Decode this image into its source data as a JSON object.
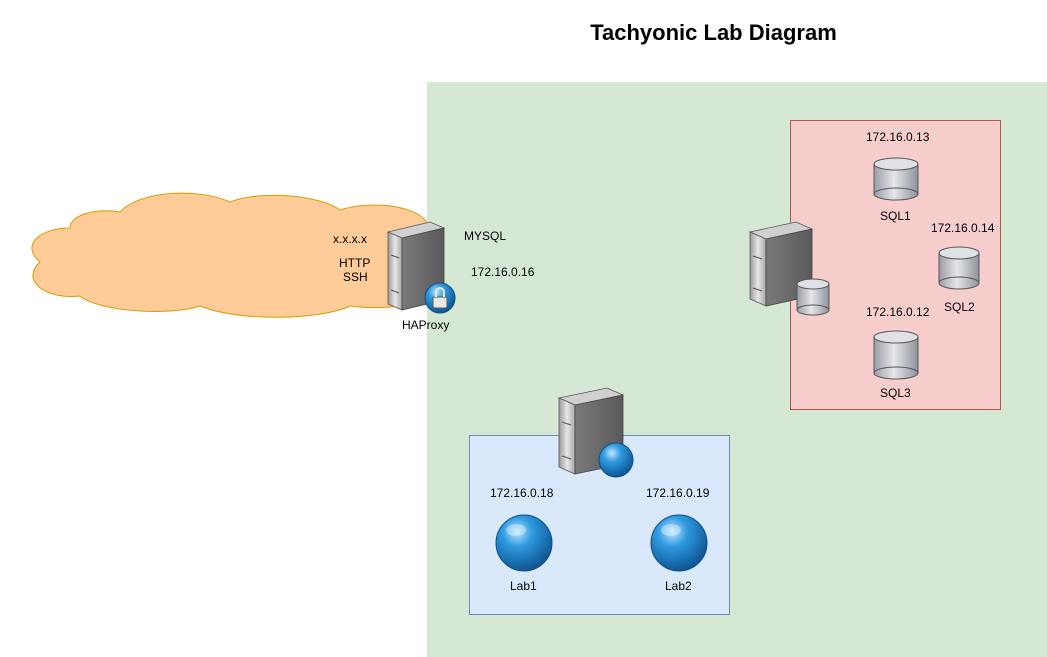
{
  "title": "Tachyonic Lab Diagram",
  "colors": {
    "green": "#d5e8d4",
    "red": "#f8cecc",
    "blue": "#dae8fc",
    "cloud": "#ffcc99",
    "cloud_stroke": "#d79b00"
  },
  "cloud": {
    "address": "x.x.x.x",
    "line1": "HTTP",
    "line2": "SSH"
  },
  "haproxy": {
    "label": "HAProxy",
    "ip": "172.16.0.16",
    "service": "MYSQL"
  },
  "sql": {
    "sql1": {
      "ip": "172.16.0.13",
      "name": "SQL1"
    },
    "sql2": {
      "ip": "172.16.0.14",
      "name": "SQL2"
    },
    "sql3": {
      "ip": "172.16.0.12",
      "name": "SQL3"
    }
  },
  "lab": {
    "lab1": {
      "ip": "172.16.0.18",
      "name": "Lab1"
    },
    "lab2": {
      "ip": "172.16.0.19",
      "name": "Lab2"
    }
  }
}
